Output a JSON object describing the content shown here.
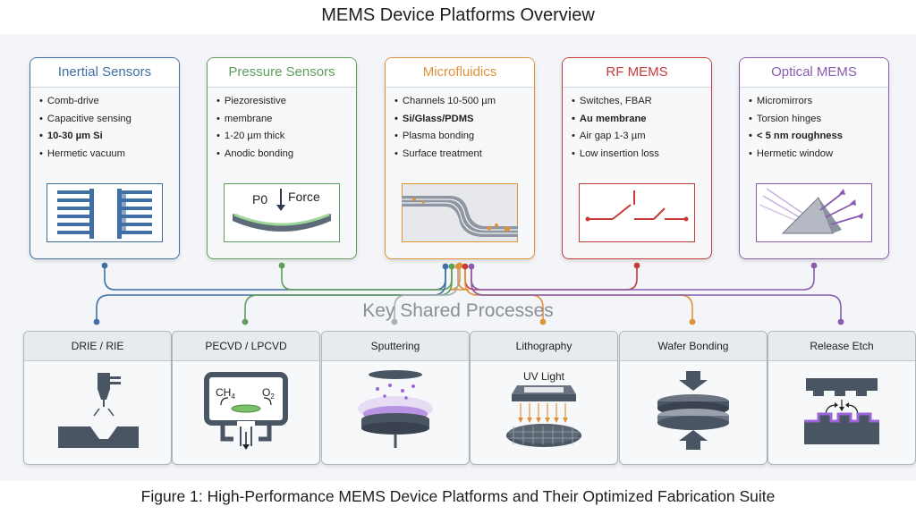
{
  "title": "MEMS Device Platforms Overview",
  "colors": {
    "inertial": "#3f6fa5",
    "pressure": "#5f9e5b",
    "microfluidics": "#e0923a",
    "rf": "#c83b3b",
    "optical": "#8a5cb0",
    "connector_gray": "#a9aeb4",
    "icon_dark": "#4a5563",
    "panel": "#f3f5f8"
  },
  "platforms": [
    {
      "name": "Inertial Sensors",
      "icon": "comb-drive-icon",
      "bullets": [
        {
          "text": "Comb-drive",
          "bold": false
        },
        {
          "text": "Capacitive sensing",
          "bold": false
        },
        {
          "text": "10-30 µm Si",
          "bold": true
        },
        {
          "text": "Hermetic vacuum",
          "bold": false
        }
      ]
    },
    {
      "name": "Pressure Sensors",
      "icon": "diaphragm-icon",
      "bullets": [
        {
          "text": "Piezoresistive",
          "bold": false
        },
        {
          "text": "membrane",
          "bold": false
        },
        {
          "text": "1-20 µm thick",
          "bold": false
        },
        {
          "text": "Anodic bonding",
          "bold": false
        }
      ],
      "illustration": {
        "label_left": "P0",
        "label_right": "Force"
      }
    },
    {
      "name": "Microfluidics",
      "icon": "channel-icon",
      "bullets": [
        {
          "text": "Channels 10-500 µm",
          "bold": false
        },
        {
          "text": "Si/Glass/PDMS",
          "bold": true
        },
        {
          "text": "Plasma bonding",
          "bold": false
        },
        {
          "text": "Surface treatment",
          "bold": false
        }
      ]
    },
    {
      "name": "RF MEMS",
      "icon": "rf-switch-icon",
      "bullets": [
        {
          "text": "Switches, FBAR",
          "bold": false
        },
        {
          "text": "Au membrane",
          "bold": true
        },
        {
          "text": "Air gap 1-3 µm",
          "bold": false
        },
        {
          "text": "Low insertion loss",
          "bold": false
        }
      ]
    },
    {
      "name": "Optical MEMS",
      "icon": "prism-mirror-icon",
      "bullets": [
        {
          "text": "Micromirrors",
          "bold": false
        },
        {
          "text": "Torsion hinges",
          "bold": false
        },
        {
          "text": "< 5 nm roughness",
          "bold": true
        },
        {
          "text": "Hermetic window",
          "bold": false
        }
      ]
    }
  ],
  "shared_label": "Key Shared Processes",
  "processes": [
    {
      "name": "DRIE / RIE",
      "icon": "etch-nozzle-icon"
    },
    {
      "name": "PECVD / LPCVD",
      "icon": "deposition-chamber-icon",
      "labels": {
        "gas1": "CH",
        "gas1_sub": "4",
        "gas2": "O",
        "gas2_sub": "2"
      }
    },
    {
      "name": "Sputtering",
      "icon": "sputter-target-icon"
    },
    {
      "name": "Lithography",
      "icon": "uv-mask-icon",
      "labels": {
        "uv": "UV Light"
      }
    },
    {
      "name": "Wafer Bonding",
      "icon": "wafer-stack-icon"
    },
    {
      "name": "Release Etch",
      "icon": "release-etch-icon"
    }
  ],
  "caption": "Figure 1: High-Performance MEMS Device Platforms and Their Optimized Fabrication Suite"
}
